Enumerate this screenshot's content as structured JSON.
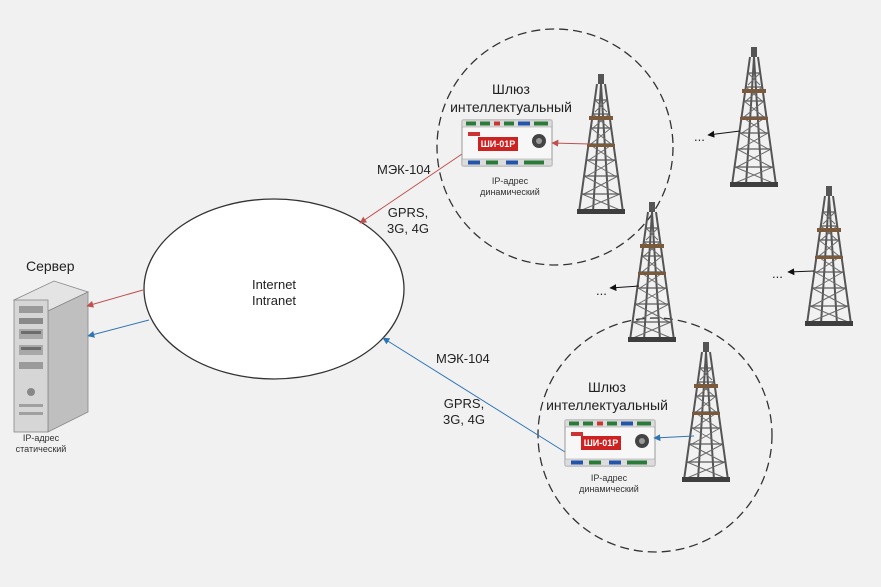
{
  "server": {
    "label": "Сервер",
    "ip_line1": "IP-адрес",
    "ip_line2": "статический"
  },
  "cloud": {
    "line1": "Internet",
    "line2": "Intranet"
  },
  "link_top": {
    "protocol": "МЭК-104",
    "net_line1": "GPRS,",
    "net_line2": "3G, 4G"
  },
  "link_bottom": {
    "protocol": "МЭК-104",
    "net_line1": "GPRS,",
    "net_line2": "3G, 4G"
  },
  "gateway_top": {
    "title_line1": "Шлюз",
    "title_line2": "интеллектуальный",
    "device_label": "ШИ-01Р",
    "ip_line1": "IP-адрес",
    "ip_line2": "динамический"
  },
  "gateway_bottom": {
    "title_line1": "Шлюз",
    "title_line2": "интеллектуальный",
    "device_label": "ШИ-01Р",
    "ip_line1": "IP-адрес",
    "ip_line2": "динамический"
  },
  "ellipsis": [
    "...",
    "...",
    "..."
  ],
  "colors": {
    "red_arrow": "#c0504d",
    "blue_arrow": "#2e75b6",
    "device_red": "#cc2222"
  },
  "icons": [
    "server-icon",
    "gateway-device-icon",
    "oil-derrick-icon"
  ]
}
